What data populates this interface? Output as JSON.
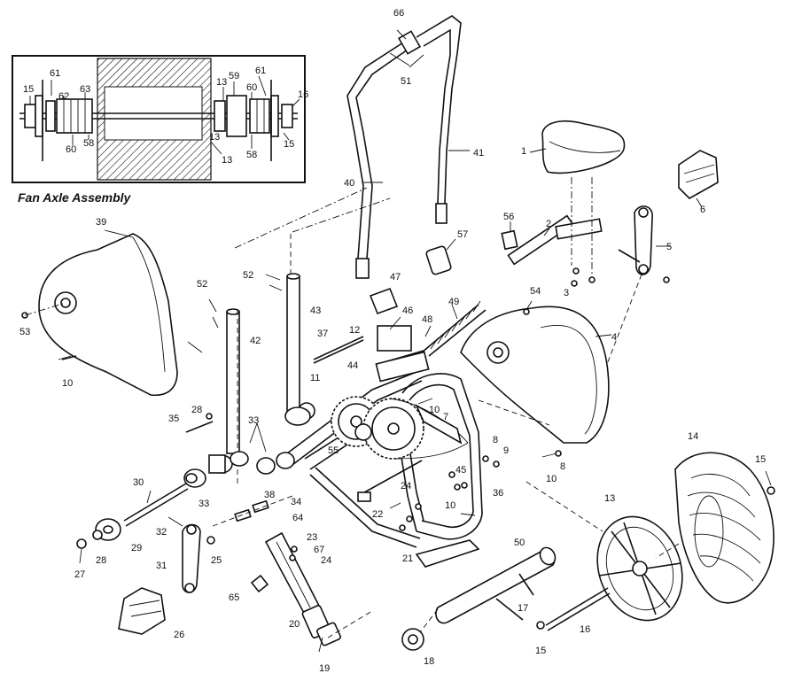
{
  "caption": "Fan Axle Assembly",
  "colors": {
    "ink": "#111111",
    "paper": "#ffffff"
  },
  "inset_labels": [
    "61",
    "15",
    "62",
    "63",
    "58",
    "60",
    "13",
    "59",
    "13",
    "61",
    "60",
    "16",
    "58",
    "15",
    "13"
  ],
  "part_labels": [
    "66",
    "51",
    "41",
    "40",
    "1",
    "6",
    "2",
    "5",
    "3",
    "56",
    "57",
    "47",
    "52",
    "39",
    "52",
    "43",
    "42",
    "12",
    "46",
    "48",
    "49",
    "54",
    "4",
    "53",
    "10",
    "37",
    "11",
    "44",
    "10",
    "7",
    "35",
    "28",
    "33",
    "55",
    "8",
    "9",
    "10",
    "8",
    "14",
    "15",
    "30",
    "33",
    "38",
    "34",
    "45",
    "36",
    "64",
    "24",
    "22",
    "10",
    "32",
    "29",
    "25",
    "28",
    "27",
    "23",
    "67",
    "24",
    "21",
    "13",
    "31",
    "50",
    "65",
    "17",
    "20",
    "16",
    "26",
    "18",
    "15",
    "19"
  ]
}
